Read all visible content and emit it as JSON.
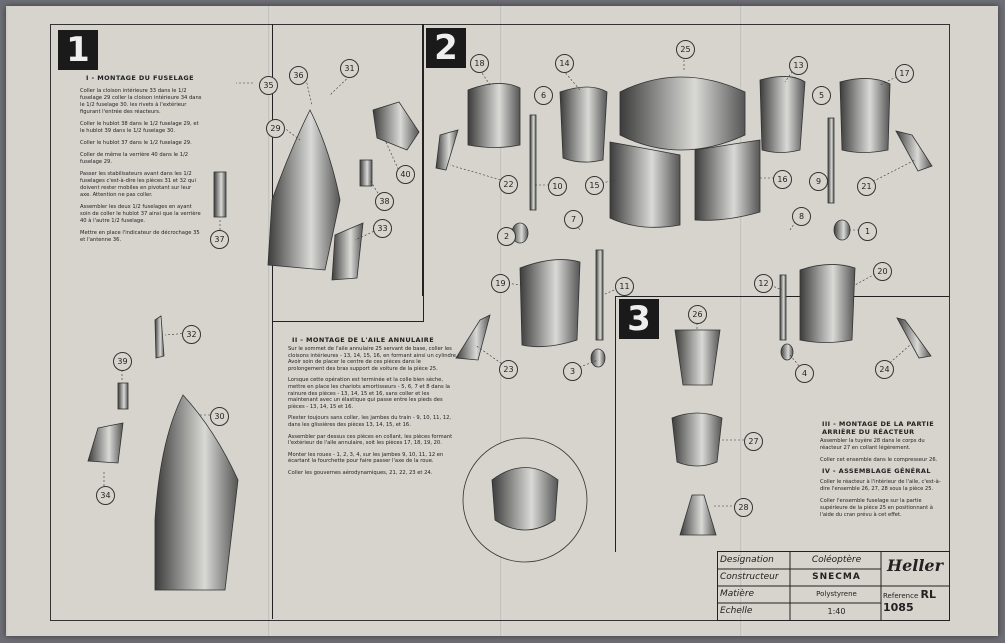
{
  "sections": {
    "s1": {
      "number": "1",
      "heading": "I - MONTAGE DU FUSELAGE",
      "steps": [
        "Coller la cloison intérieure 33 dans le 1/2 fuselage 29 coller la cloison intérieure 34 dans le 1/2 fuselage 30. les rivets à l'extérieur figurant l'entrée des réacteurs.",
        "Coller le hublot 38 dans le 1/2 fuselage 29, et le hublot 39 dans le 1/2 fuselage 30.",
        "Coller le hublot 37 dans le 1/2 fuselage 29.",
        "Coller de même la verrière 40 dans le 1/2 fuselage 29.",
        "Passer les stabilisateurs avant dans les 1/2 fuselages c'est-à-dire les pièces 31 et 32 qui doivent rester mobiles en pivotant sur leur axe. Attention ne pas coller.",
        "Assembler les deux 1/2 fuselages en ayant soin de coller le hublot 37 ainsi que la verrière 40 à l'autre 1/2 fuselage.",
        "Mettre en place l'indicateur de décrochage 35 et l'antenne 36."
      ]
    },
    "s2": {
      "number": "2",
      "heading": "II - MONTAGE DE L'AILE ANNULAIRE",
      "steps": [
        "Sur le sommet de l'aile annulaire 25 servant de base, coller les cloisons intérieures - 13, 14, 15, 16, en formant ainsi un cylindre. Avoir soin de placer le centre de ces pièces dans le prolongement des bras support de voiture de la pièce 25.",
        "Lorsque cette opération est terminée et la colle bien sèche, mettre en place les chariots amortisseurs - 5, 6, 7 et 8 dans la rainure des pièces - 13, 14, 15 et 16, sans coller et les maintenant avec un élastique qui passe entre les pieds des pièces - 13, 14, 15 et 16.",
        "Plester toujours sans coller, les jambes du train - 9, 10, 11, 12, dans les glissières des pièces 13, 14, 15, et 16.",
        "Assembler par dessus ces pièces en collant, les pièces formant l'extérieur de l'aile annulaire, soit les pièces 17, 18, 19, 20.",
        "Monter les roues - 1, 2, 3, 4, sur les jambes 9, 10, 11, 12 en écartant la fourchette pour faire passer l'axe de la roue.",
        "Coller les gouvernes aérodynamiques, 21, 22, 23 et 24."
      ]
    },
    "s3": {
      "number": "3",
      "heading_a": "III - MONTAGE DE LA PARTIE ARRIÈRE DU RÉACTEUR",
      "steps_a": [
        "Assembler la tuyère 28 dans le corps du réacteur 27 en collant légèrement.",
        "Coller cet ensemble dans le compresseur 26."
      ],
      "heading_b": "IV - ASSEMBLAGE GÉNÉRAL",
      "steps_b": [
        "Coller le réacteur à l'intérieur de l'aile, c'est-à-dire l'ensemble 26, 27, 28 sous la pièce 25.",
        "Coller l'ensemble fuselage sur la partie supérieure de la pièce 25 en positionnant à l'aide du cran prévu à cet effet."
      ]
    }
  },
  "callouts": [
    "35",
    "36",
    "31",
    "29",
    "40",
    "38",
    "37",
    "33",
    "32",
    "39",
    "30",
    "34",
    "18",
    "14",
    "25",
    "13",
    "17",
    "6",
    "5",
    "22",
    "21",
    "10",
    "15",
    "16",
    "9",
    "7",
    "8",
    "2",
    "1",
    "19",
    "11",
    "12",
    "20",
    "23",
    "3",
    "26",
    "4",
    "24",
    "27",
    "28"
  ],
  "title_block": {
    "designation_label": "Designation",
    "designation": "Coléoptère",
    "constructeur_label": "Constructeur",
    "constructeur": "SNECMA",
    "matiere_label": "Matière",
    "matiere": "Polystyrene",
    "echelle_label": "Echelle",
    "echelle": "1:40",
    "brand": "Heller",
    "reference_label": "Reference",
    "reference": "RL 1085"
  }
}
